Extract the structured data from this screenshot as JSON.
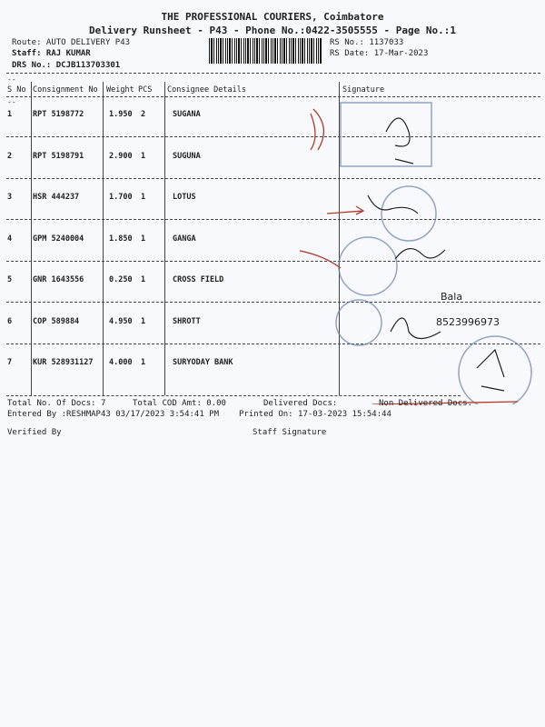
{
  "header": {
    "company": "THE PROFESSIONAL COURIERS, Coimbatore",
    "subtitle": "Delivery Runsheet - P43 - Phone No.:0422-3505555 - Page No.:1",
    "route": "Route: AUTO DELIVERY P43",
    "staff": "Staff: RAJ KUMAR",
    "drs": "DRS No.: DCJB113703301",
    "rs_no": "RS No.: 1137033",
    "rs_date": "RS Date: 17-Mar-2023"
  },
  "table": {
    "columns": [
      "S No",
      "Consignment No",
      "Weight",
      "PCS",
      "Consignee Details",
      "Signature"
    ],
    "rows": [
      {
        "sno": "1",
        "cn": "RPT 5198772",
        "weight": "1.950",
        "pcs": "2",
        "consignee": "SUGANA"
      },
      {
        "sno": "2",
        "cn": "RPT 5198791",
        "weight": "2.900",
        "pcs": "1",
        "consignee": "SUGUNA"
      },
      {
        "sno": "3",
        "cn": "HSR 444237",
        "weight": "1.700",
        "pcs": "1",
        "consignee": "LOTUS"
      },
      {
        "sno": "4",
        "cn": "GPM 5240004",
        "weight": "1.850",
        "pcs": "1",
        "consignee": "GANGA"
      },
      {
        "sno": "5",
        "cn": "GNR 1643556",
        "weight": "0.250",
        "pcs": "1",
        "consignee": "CROSS FIELD"
      },
      {
        "sno": "6",
        "cn": "COP 589884",
        "weight": "4.950",
        "pcs": "1",
        "consignee": "SHROTT"
      },
      {
        "sno": "7",
        "cn": "KUR 528931127",
        "weight": "4.000",
        "pcs": "1",
        "consignee": "SURYODAY BANK"
      }
    ]
  },
  "footer": {
    "total_docs": "Total No. Of Docs:   7",
    "cod": "Total COD Amt:    0.00",
    "delivered": "Delivered Docs:",
    "non_delivered": "Non Delivered Docs.",
    "entered_by": "Entered By :RESHMAP43 03/17/2023 3:54:41 PM",
    "printed_on": "Printed On: 17-03-2023 15:54:44",
    "verified_by": "Verified By",
    "staff_signature": "Staff Signature"
  },
  "handwriting": {
    "phone": "8523996973",
    "name": "Bala"
  }
}
